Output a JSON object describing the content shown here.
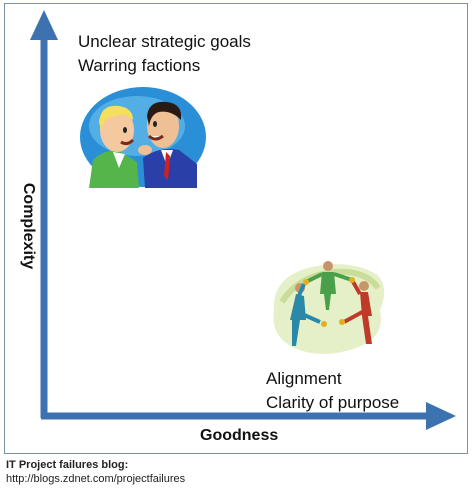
{
  "diagram": {
    "top_left_quadrant": {
      "lines": [
        "Unclear strategic goals",
        "Warring factions"
      ],
      "image": "arguing-businessmen-icon"
    },
    "bottom_right_quadrant": {
      "lines": [
        "Alignment",
        "Clarity of purpose"
      ],
      "image": "team-circle-icon"
    },
    "x_axis_label": "Goodness",
    "y_axis_label": "Complexity",
    "arrow_color": "#3d72b0"
  },
  "footer": {
    "title": "IT Project failures blog:",
    "url": "http://blogs.zdnet.com/projectfailures"
  }
}
